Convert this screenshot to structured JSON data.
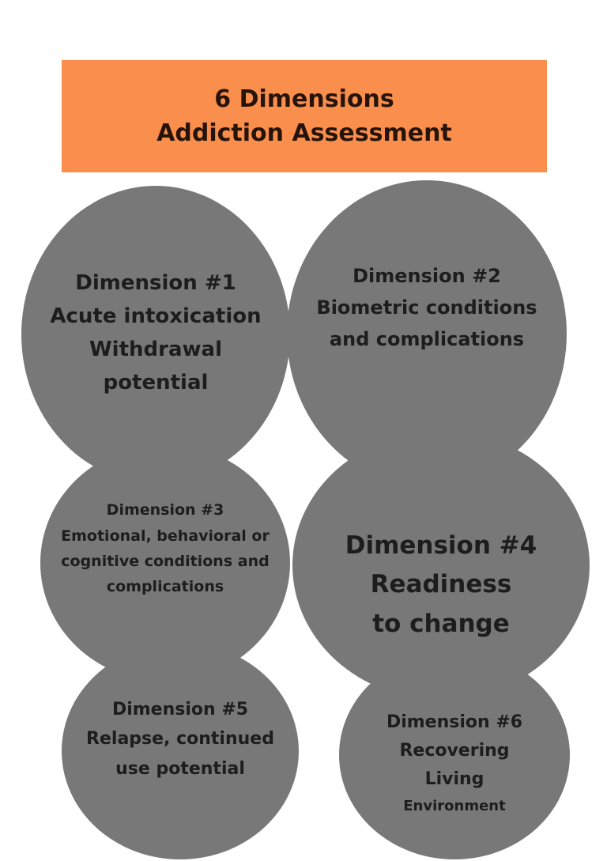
{
  "page": {
    "background": "#FFFFFF"
  },
  "banner": {
    "lines": [
      "6 Dimensions",
      "Addiction Assessment"
    ],
    "background": "#FA8E4D",
    "text_color": "#26140A"
  },
  "circles": [
    {
      "name": "dimension-1",
      "lines": [
        "Dimension #1",
        "Acute intoxication",
        "Withdrawal",
        "potential"
      ]
    },
    {
      "name": "dimension-2",
      "lines": [
        "Dimension #2",
        "Biometric conditions",
        "and complications"
      ]
    },
    {
      "name": "dimension-3",
      "lines": [
        "Dimension #3",
        "Emotional, behavioral or",
        "cognitive conditions and",
        "complications"
      ]
    },
    {
      "name": "dimension-4",
      "lines": [
        "Dimension #4",
        "Readiness",
        "to change"
      ]
    },
    {
      "name": "dimension-5",
      "lines": [
        "Dimension #5",
        "Relapse, continued",
        "use potential"
      ]
    },
    {
      "name": "dimension-6",
      "lines": [
        "Dimension #6",
        "Recovering",
        "Living",
        "Environment"
      ]
    }
  ],
  "colors": {
    "circle_fill": "#787878",
    "circle_text": "#1D1D1D"
  }
}
